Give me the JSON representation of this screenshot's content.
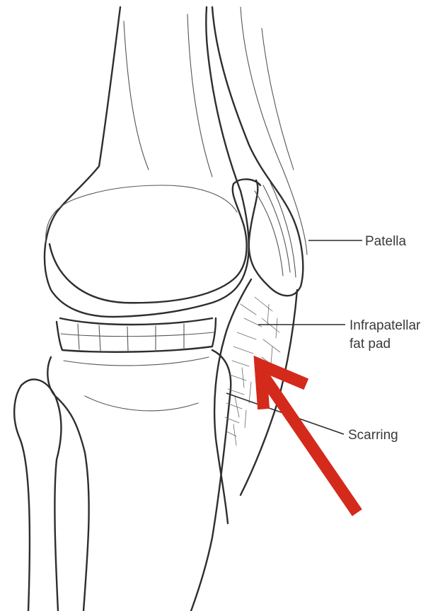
{
  "labels": {
    "patella": "Patella",
    "infrapatellar_line1": "Infrapatellar",
    "infrapatellar_line2": "fat pad",
    "scarring": "Scarring"
  },
  "colors": {
    "arrow": "#d42a1c",
    "line_art": "#2e2e2e",
    "background": "#ffffff"
  }
}
